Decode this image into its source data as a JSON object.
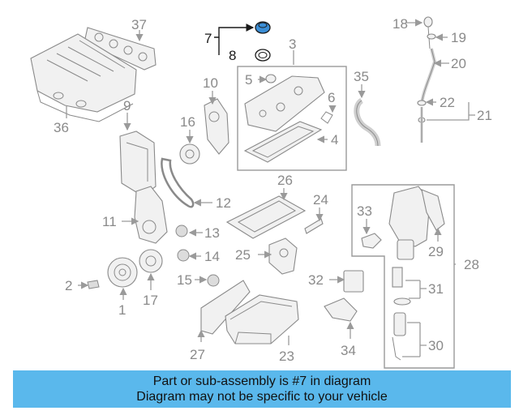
{
  "callouts": {
    "c1": "1",
    "c2": "2",
    "c3": "3",
    "c4": "4",
    "c5": "5",
    "c6": "6",
    "c7": "7",
    "c8": "8",
    "c9": "9",
    "c10": "10",
    "c11": "11",
    "c12": "12",
    "c13": "13",
    "c14": "14",
    "c15": "15",
    "c16": "16",
    "c17": "17",
    "c18": "18",
    "c19": "19",
    "c20": "20",
    "c21": "21",
    "c22": "22",
    "c23": "23",
    "c24": "24",
    "c25": "25",
    "c26": "26",
    "c27": "27",
    "c28": "28",
    "c29": "29",
    "c30": "30",
    "c31": "31",
    "c32": "32",
    "c33": "33",
    "c34": "34",
    "c35": "35",
    "c36": "36",
    "c37": "37"
  },
  "highlight": {
    "part": "7",
    "color": "#3b8ed6"
  },
  "banner": {
    "line1": "Part or sub-assembly is #7 in diagram",
    "line2": "Diagram may not be specific to your vehicle",
    "background": "#5ab8ec"
  }
}
